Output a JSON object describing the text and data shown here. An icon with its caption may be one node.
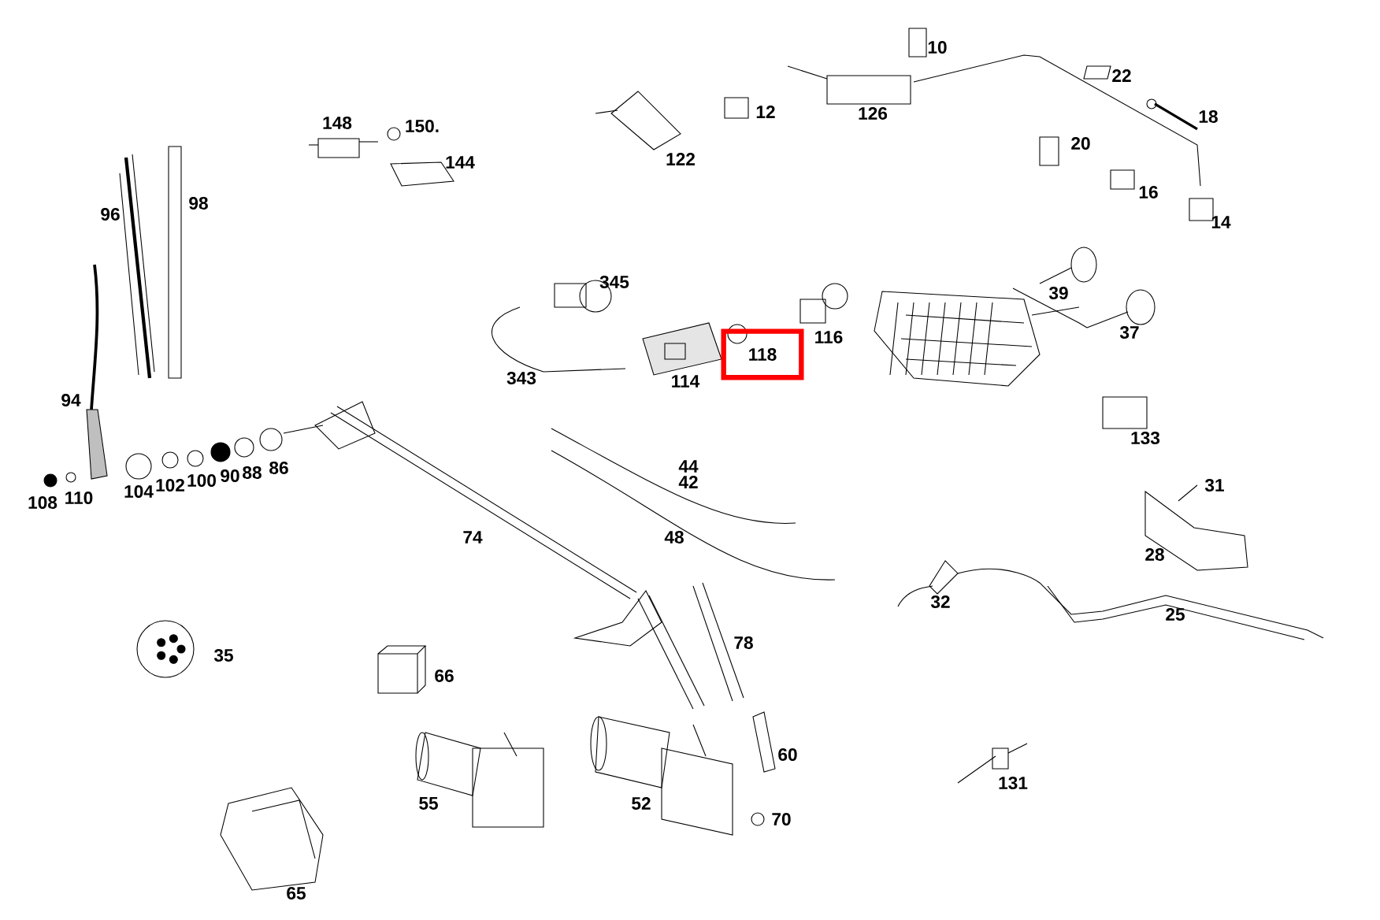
{
  "diagram": {
    "nodes": [
      {
        "text": [
          "118"
        ]
      }
    ],
    "edges": [],
    "labels": [
      "10",
      "22",
      "12",
      "126",
      "18",
      "148",
      "150.",
      "144",
      "122",
      "20",
      "16",
      "98",
      "96",
      "14",
      "345",
      "39",
      "116",
      "37",
      "114",
      "343",
      "94",
      "133",
      "86",
      "88",
      "90",
      "100",
      "102",
      "104",
      "110",
      "108",
      "44",
      "42",
      "31",
      "74",
      "48",
      "28",
      "32",
      "25",
      "78",
      "35",
      "66",
      "60",
      "131",
      "55",
      "52",
      "70",
      "65"
    ]
  }
}
